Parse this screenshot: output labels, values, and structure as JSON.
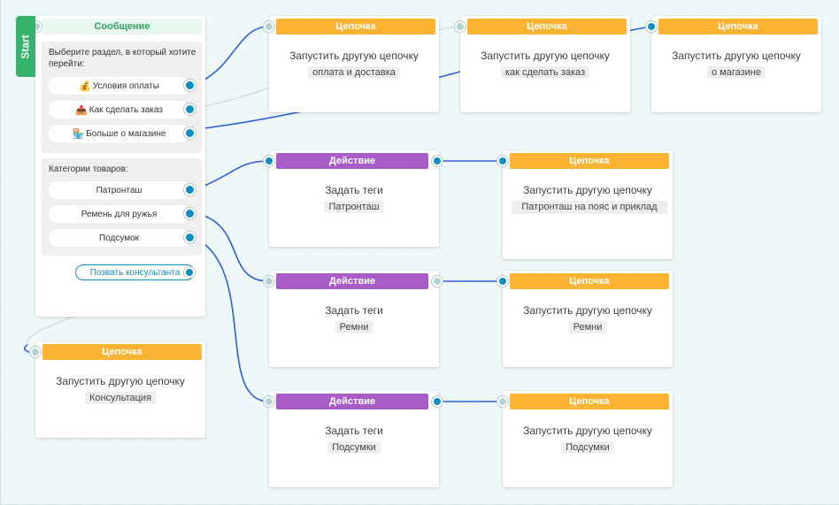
{
  "start_label": "Start",
  "message": {
    "header": "Сообщение",
    "section_prompt": "Выберите раздел, в который хотите перейти:",
    "section_buttons": [
      {
        "label": "Условия оплаты",
        "icon": "💰"
      },
      {
        "label": "Как сделать заказ",
        "icon": "📤"
      },
      {
        "label": "Больше о магазине",
        "icon": "🏪"
      }
    ],
    "category_prompt": "Категории товаров:",
    "category_buttons": [
      {
        "label": "Патронташ"
      },
      {
        "label": "Ремень для ружья"
      },
      {
        "label": "Подсумок"
      }
    ],
    "consult_button": "Позвать консультанта"
  },
  "nodes": {
    "chain_payment": {
      "header": "Цепочка",
      "title": "Запустить другую цепочку",
      "value": "оплата и доставка"
    },
    "chain_order": {
      "header": "Цепочка",
      "title": "Запустить другую цепочку",
      "value": "как сделать заказ"
    },
    "chain_about": {
      "header": "Цепочка",
      "title": "Запустить другую цепочку",
      "value": "о магазине"
    },
    "action_bandolier": {
      "header": "Действие",
      "title": "Задать теги",
      "value": "Патронташ"
    },
    "chain_bandolier": {
      "header": "Цепочка",
      "title": "Запустить другую цепочку",
      "value": "Патронташ на пояс и приклад"
    },
    "action_belts": {
      "header": "Действие",
      "title": "Задать теги",
      "value": "Ремни"
    },
    "chain_belts": {
      "header": "Цепочка",
      "title": "Запустить другую цепочку",
      "value": "Ремни"
    },
    "action_pouches": {
      "header": "Действие",
      "title": "Задать теги",
      "value": "Подсумки"
    },
    "chain_pouches": {
      "header": "Цепочка",
      "title": "Запустить другую цепочку",
      "value": "Подсумки"
    },
    "chain_consult": {
      "header": "Цепочка",
      "title": "Запустить другую цепочку",
      "value": "Консультация"
    }
  },
  "colors": {
    "chain_header": "#feb432",
    "action_header": "#a75cc6",
    "message_header_bg": "#e8f8ef",
    "message_header_text": "#2fa35d",
    "start_tab": "#35b36b",
    "port_out": "#0f8fbf",
    "port_in": "#b3d3d3",
    "wire": "#2f5fd6"
  }
}
